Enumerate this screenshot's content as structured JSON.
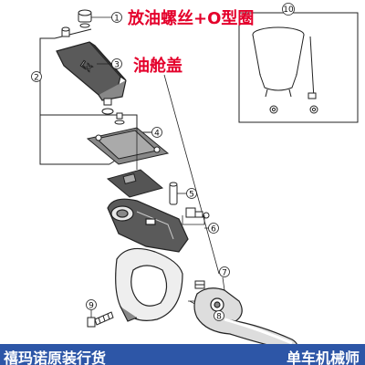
{
  "annotations": {
    "bleed_screw": "放油螺丝+O型圈",
    "reservoir_cover": "油舱盖"
  },
  "callouts": [
    "1",
    "2",
    "3",
    "4",
    "5",
    "6",
    "7",
    "8",
    "9",
    "10"
  ],
  "cover_marking": "LX",
  "footer": {
    "left": "禧玛诺原装行货",
    "right": "单车机械师"
  },
  "colors": {
    "annotation_red": "#e4002b",
    "footer_blue": "#2d56a7",
    "footer_text": "#ffffff",
    "line": "#222222"
  },
  "icons": [
    "bleed-funnel-icon"
  ]
}
